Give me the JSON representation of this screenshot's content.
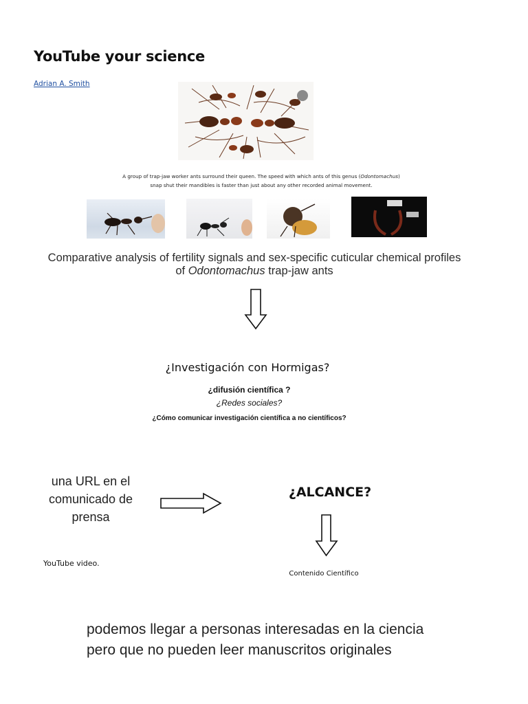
{
  "header": {
    "title": "YouTube your science",
    "author": "Adrian A. Smith"
  },
  "hero_image": {
    "caption_line1": "A group of trap-jaw worker ants surround their queen. The speed with which ants of this genus (",
    "caption_genus": "Odontomachus",
    "caption_line1_end": ")",
    "caption_line2": "snap shut their mandibles is faster than just about any other recorded animal movement."
  },
  "paper": {
    "title_part1": "Comparative analysis of fertility signals and sex-specific cuticular chemical profiles",
    "title_part2_prefix": "of ",
    "title_genus": "Odontomachus",
    "title_part2_suffix": " trap-jaw ants"
  },
  "questions": {
    "q1": "¿Investigación con Hormigas?",
    "q2": "¿difusión científica ?",
    "q3": "¿Redes sociales?",
    "q4": "¿Cómo comunicar investigación científica a no científicos?"
  },
  "flow": {
    "url_text": "una URL en el comunicado de prensa",
    "alcance": "¿ALCANCE?",
    "youtube_video": "YouTube video.",
    "contenido": "Contenido Científico"
  },
  "closing": {
    "line1": "podemos llegar a personas interesadas en la ciencia",
    "line2": "pero que no pueden leer manuscritos originales"
  },
  "colors": {
    "link": "#1f4fa0",
    "ant_body": "#5a2a14",
    "ant_head": "#8a3a1a"
  },
  "icons": [
    "arrow-down-icon",
    "arrow-right-icon"
  ]
}
